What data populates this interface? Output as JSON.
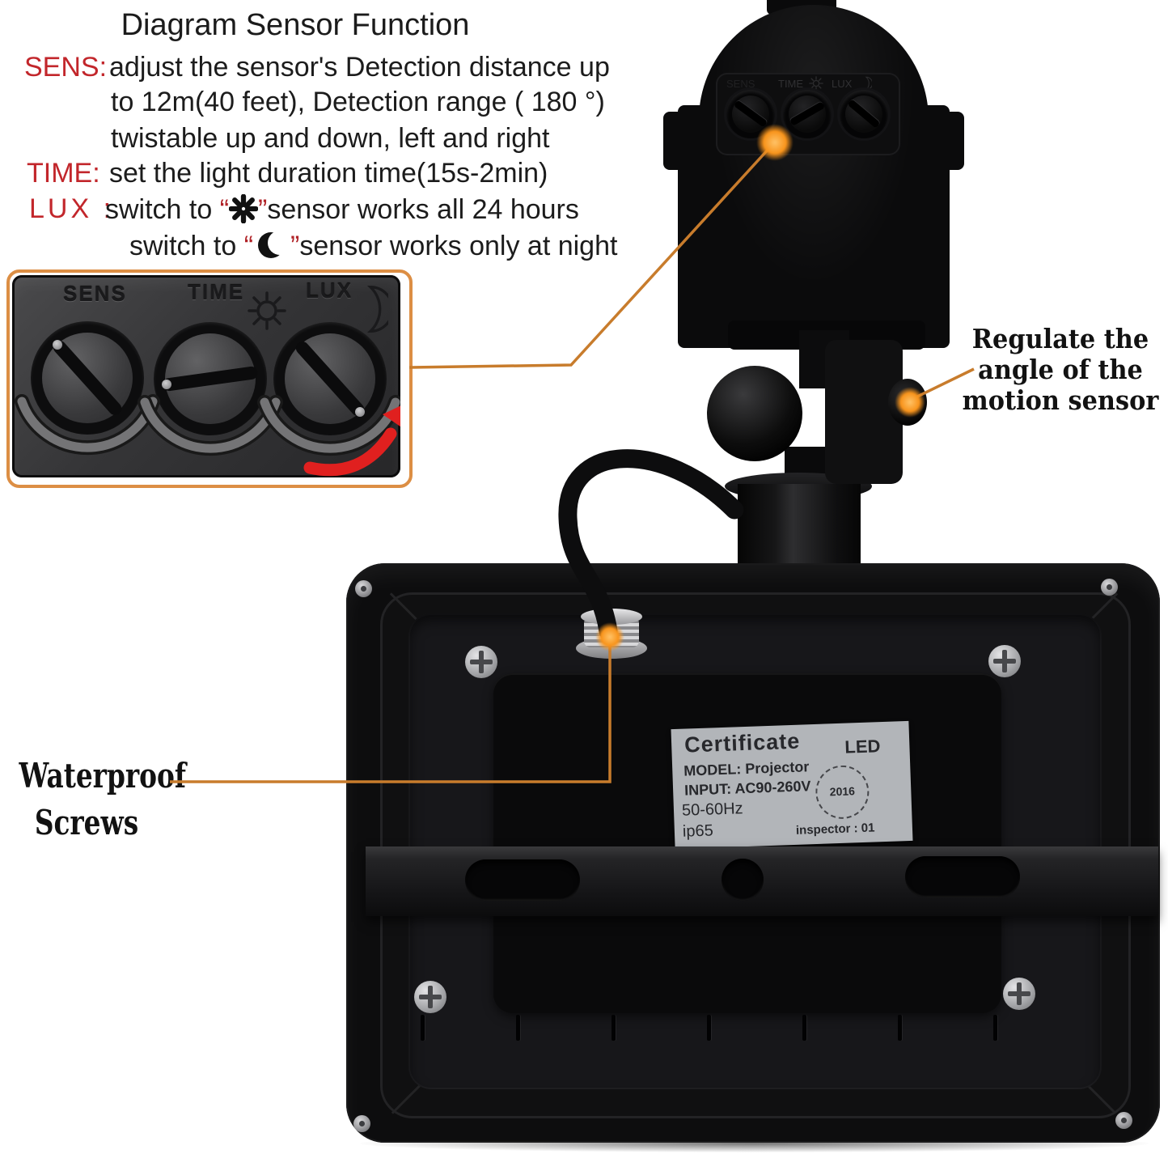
{
  "title": "Diagram Sensor Function",
  "functions": {
    "sens": {
      "label": "SENS:",
      "line1": "adjust the sensor's Detection distance up",
      "line2": "to 12m(40 feet), Detection range ( 180 °)",
      "line3": "twistable up and down, left and right"
    },
    "time": {
      "label": "TIME:",
      "line1": "set the light duration time(15s-2min)"
    },
    "lux": {
      "label": "LUX :",
      "quote_open": "“",
      "quote_close": "”",
      "line1_pre": "switch to ",
      "line1_post": "sensor works all 24 hours",
      "line2_pre": "switch to ",
      "line2_post": "sensor works only at night"
    }
  },
  "dial_panel": {
    "labels": [
      "SENS",
      "TIME",
      "LUX"
    ]
  },
  "sensor_head": {
    "engraving_sens": "SENS",
    "engraving_time": "TIME",
    "engraving_lux": "LUX"
  },
  "annotations": {
    "regulate": {
      "line1": "Regulate the",
      "line2": "angle of the",
      "line3": "motion sensor"
    },
    "waterproof": {
      "line1": "Waterproof",
      "line2": "Screws"
    }
  },
  "certificate": {
    "title": "Certificate",
    "type": "LED",
    "model_label": "MODEL:",
    "model_value": "Projector",
    "input_label": "INPUT:",
    "input_value": "AC90-260V",
    "frequency": "50-60Hz",
    "ip_rating": "ip65",
    "stamp_year": "2016",
    "inspector": "inspector : 01"
  },
  "colors": {
    "accent_orange": "#d9893a",
    "label_red": "#c2262b",
    "arrow_red": "#e0201f"
  }
}
